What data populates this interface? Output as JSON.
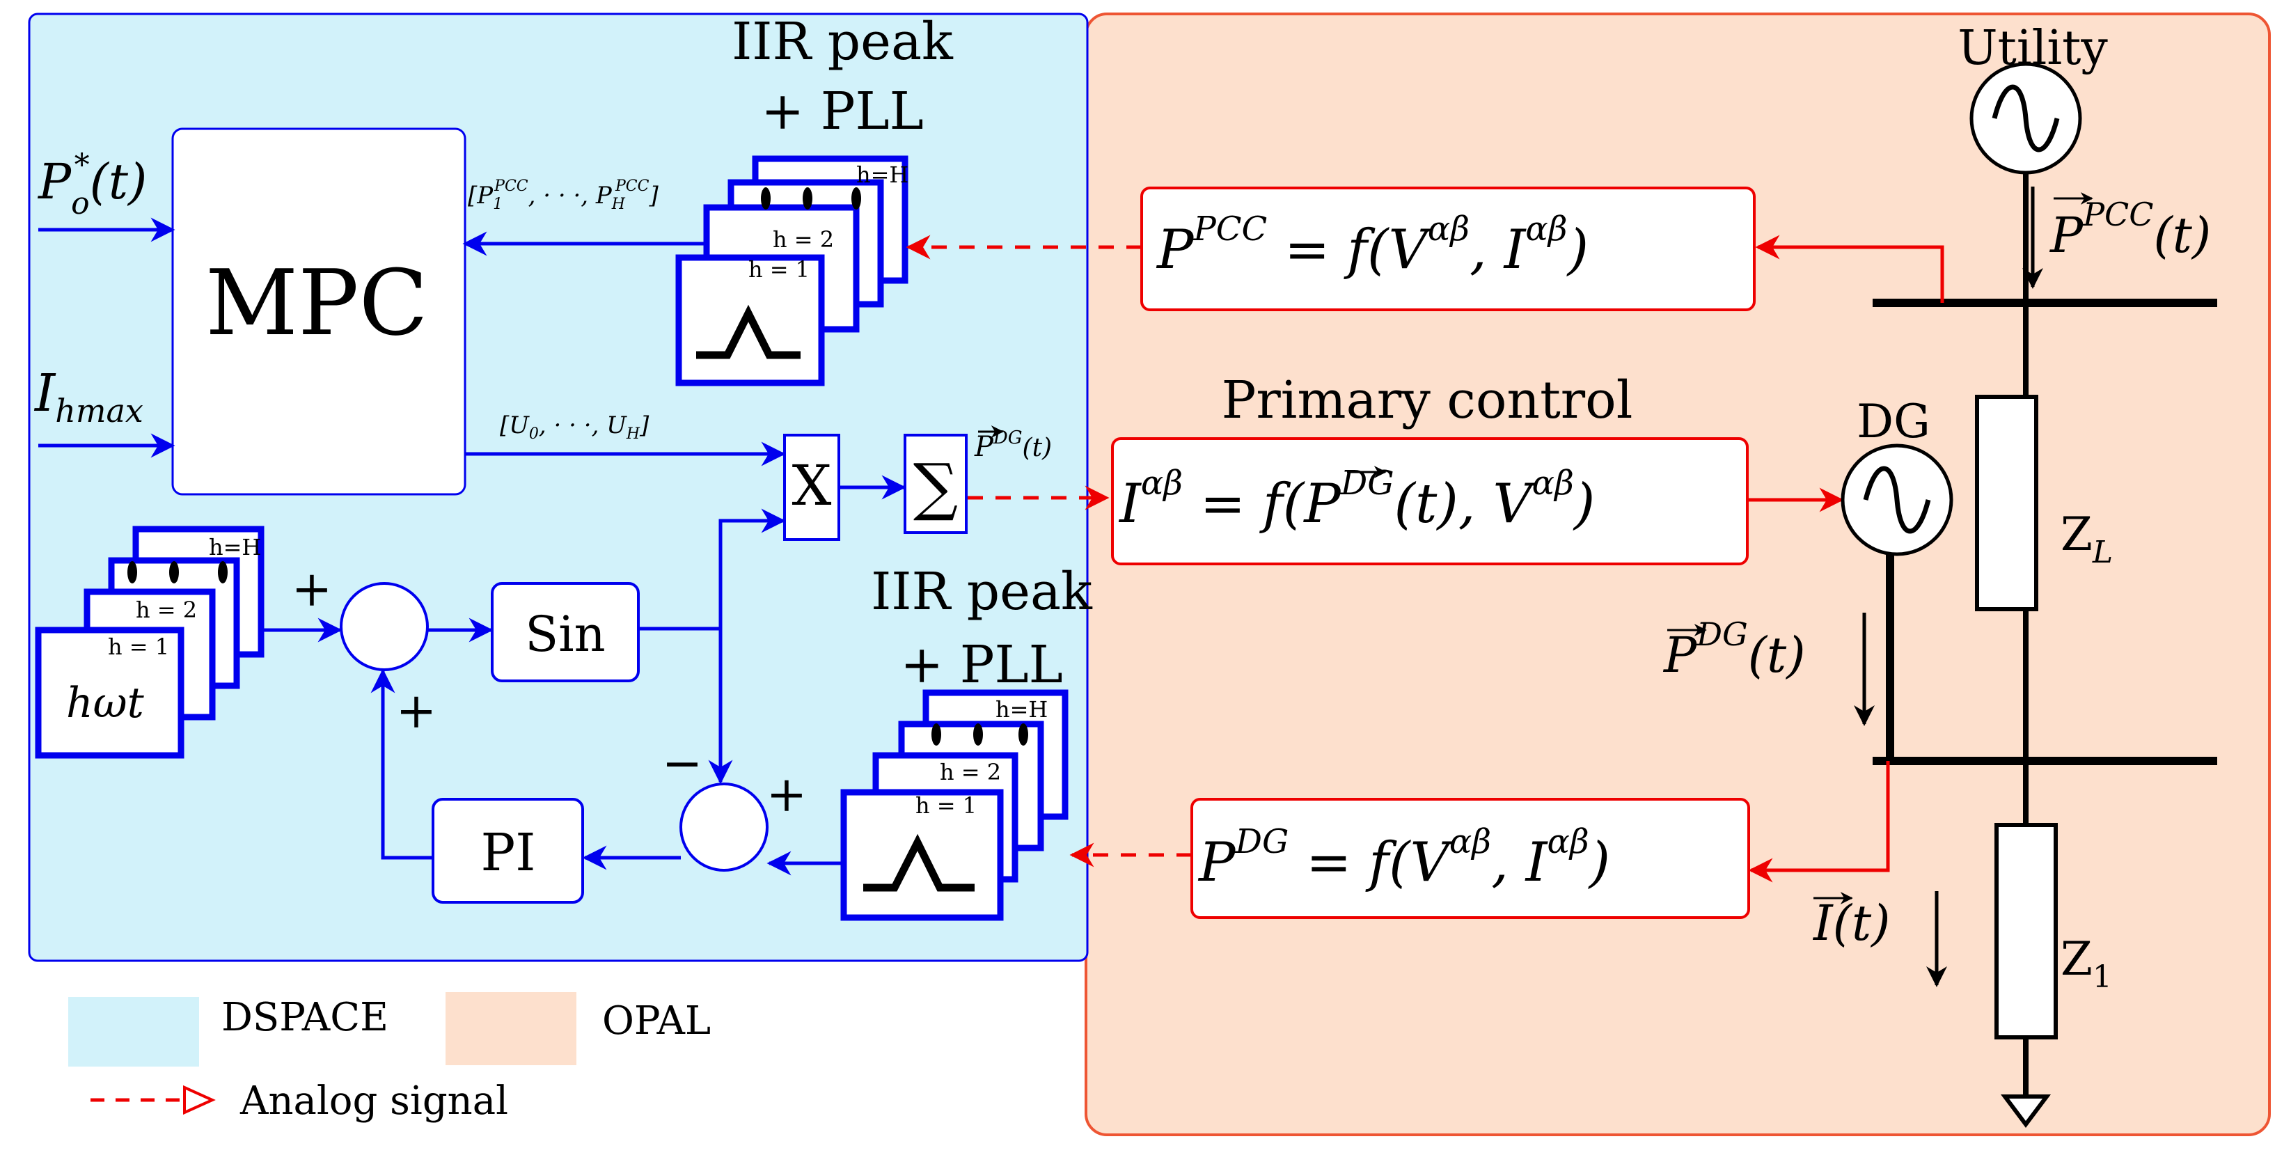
{
  "colors": {
    "dspace_bg": "#d2f2fa",
    "opal_bg": "#fde0cd",
    "blue": "#0000ee",
    "red": "#ee0000",
    "dark": "#000000"
  },
  "legend": {
    "dspace": "DSPACE",
    "opal": "OPAL",
    "analog": "Analog signal"
  },
  "labels": {
    "iir_top_1": "IIR peak",
    "iir_top_2": "+ PLL",
    "iir_bot_1": "IIR peak",
    "iir_bot_2": "+ PLL",
    "mpc": "MPC",
    "sin": "Sin",
    "pi": "PI",
    "x_block": "X",
    "sum_block": "∑",
    "primary_control": "Primary control",
    "utility": "Utility",
    "dg": "DG",
    "h1": "h = 1",
    "h2": "h = 2",
    "hH": "h=H",
    "hwt": "hωt",
    "plus": "+",
    "minus": "−"
  },
  "inputs": {
    "p_ref_main": "P",
    "p_ref_sub": "o",
    "p_ref_sup": "*",
    "p_ref_t": "(t)",
    "imax_main": "I",
    "imax_sub": "hmax"
  },
  "signals": {
    "p_vec_main": "[P",
    "p_vec_mid": ", · · ·, P",
    "p_vec_end": "]",
    "p_vec_sub1": "1",
    "p_vec_subH": "H",
    "p_vec_sup": "PCC",
    "u_vec_main": "[U",
    "u_vec_mid": ", · · ·, U",
    "u_vec_end": "]",
    "u_vec_sub0": "0",
    "u_vec_subH": "H",
    "pdg_small": "P",
    "pdg_small_sup": "DG",
    "pdg_small_t": "(t)"
  },
  "equations": {
    "pcc": {
      "lhs": "P",
      "lhs_sup": "PCC",
      "mid": " = f(V",
      "sup1": "αβ",
      "sep": ", I",
      "sup2": "αβ",
      "end": ")"
    },
    "iab": {
      "lhs": "I",
      "lhs_sup": "αβ",
      "mid": " = f(",
      "p": "P",
      "p_sup": "DG",
      "t": "(t), V",
      "sup2": "αβ",
      "end": ")"
    },
    "pdg": {
      "lhs": "P",
      "lhs_sup": "DG",
      "mid": " = f(V",
      "sup1": "αβ",
      "sep": ", I",
      "sup2": "αβ",
      "end": ")"
    }
  },
  "grid": {
    "ppcc": "P",
    "ppcc_sup": "PCC",
    "ppcc_t": "(t)",
    "pdg": "P",
    "pdg_sup": "DG",
    "pdg_t": "(t)",
    "it": "I",
    "it_t": "(t)",
    "zl": "Z",
    "zl_sub": "L",
    "z1": "Z",
    "z1_sub": "1"
  }
}
